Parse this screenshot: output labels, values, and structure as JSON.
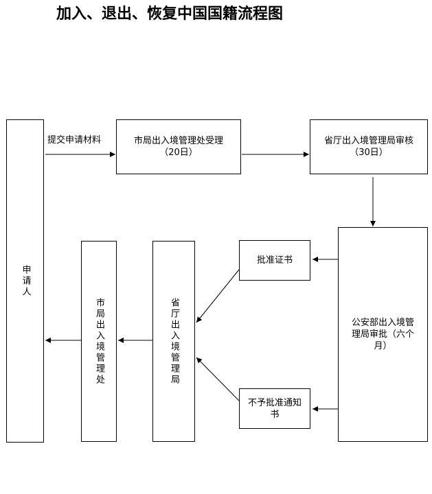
{
  "title": "加入、退出、恢复中国国籍流程图",
  "applicant": "申请人",
  "submit_label": "提交申请材料",
  "city_accept": {
    "line1": "市局出入境管理处受理",
    "line2": "（20日）"
  },
  "province_review": {
    "line1": "省厅出入境管理局审核",
    "line2": "（30日）"
  },
  "ministry_approve": {
    "line1": "公安部出入境管",
    "line2": "理局审批（六个",
    "line3": "月）"
  },
  "approval_cert": "批准证书",
  "rejection_notice": "不予批准通知书",
  "province_bureau": "省厅出入境管理局",
  "city_office": "市局出入境管理处"
}
